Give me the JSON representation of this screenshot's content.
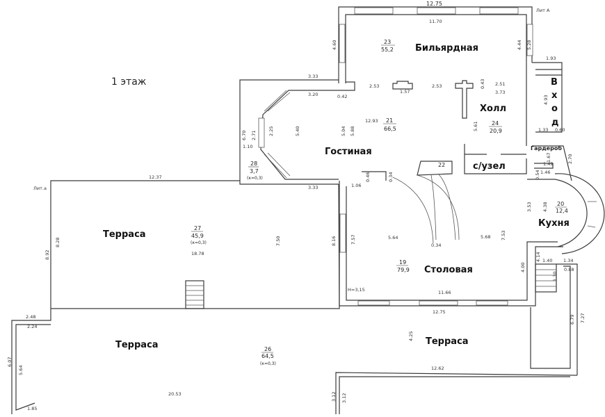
{
  "floor_label": "1 этаж",
  "rooms": {
    "billiard": {
      "name": "Бильярдная",
      "number": "23",
      "area": "55,2"
    },
    "hall": {
      "name": "Холл",
      "number": "24",
      "area": "20,9"
    },
    "living": {
      "name": "Гостиная",
      "number": "21",
      "area": "66,5"
    },
    "wc": {
      "name": "с/узел"
    },
    "wardrobe": {
      "name": "Гардероб"
    },
    "entrance": {
      "letters": [
        "В",
        "х",
        "о",
        "д"
      ]
    },
    "bay": {
      "number": "28",
      "area": "3,7",
      "coef": "(к=0,3)"
    },
    "stair": {
      "number": "22"
    },
    "terrace27": {
      "name": "Терраса",
      "number": "27",
      "area": "45,9",
      "coef": "(к=0,3)"
    },
    "dining": {
      "name": "Столовая",
      "number": "19",
      "area": "79,9"
    },
    "kitchen": {
      "name": "Кухня",
      "number": "20",
      "area": "12,4"
    },
    "terrace26": {
      "name": "Терраса",
      "number": "26",
      "area": "64,5",
      "coef": "(к=0,3)"
    },
    "terrace_right": {
      "name": "Терраса"
    }
  },
  "dims": [
    "12.75",
    "11.70",
    "Лит А",
    "4.60",
    "4.44",
    "5.28",
    "1.93",
    "3.33",
    "3.20",
    "0.42",
    "2.53",
    "1.57",
    "2.53",
    "0.43",
    "2.51",
    "3.73",
    "4.93",
    "1.33",
    "0.60",
    "12.93",
    "5.40",
    "5.04",
    "5.88",
    "5.61",
    "6.70",
    "2.71",
    "2.25",
    "1.10",
    "1.67",
    "2.70",
    "1.49",
    "1.46",
    "0.54",
    "3.33",
    "1.06",
    "0.46",
    "0.34",
    "12.37",
    "Лит.а",
    "8.28",
    "8.92",
    "18.78",
    "7.50",
    "8.16",
    "7.57",
    "5.64",
    "0.34",
    "5.68",
    "7.53",
    "3.53",
    "4.38",
    "4.14",
    "1.40",
    "1.34",
    "0.88",
    "1.30",
    "4.00",
    "Н=3,15",
    "11.66",
    "12.75",
    "4.25",
    "6.79",
    "7.27",
    "12.62",
    "2.48",
    "2.24",
    "6.07",
    "5.64",
    "20.53",
    "1.85",
    "3.12",
    "3.12"
  ]
}
